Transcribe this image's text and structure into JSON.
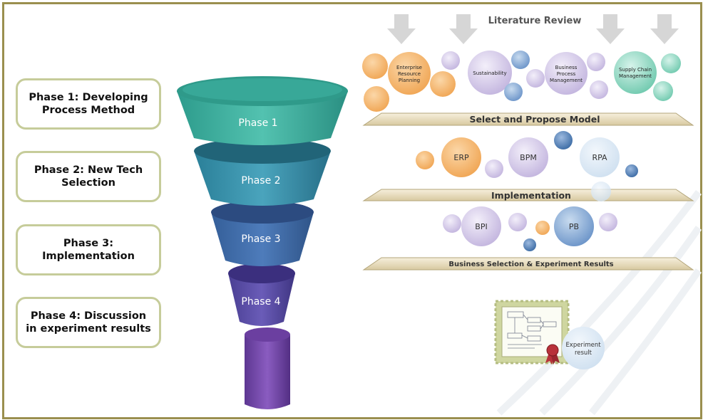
{
  "phases": [
    {
      "label": "Phase 1: Developing Process Method"
    },
    {
      "label": "Phase 2: New Tech Selection"
    },
    {
      "label": "Phase 3: Implementation"
    },
    {
      "label": "Phase 4: Discussion in experiment results"
    }
  ],
  "funnel": {
    "tier1": "Phase 1",
    "tier2": "Phase 2",
    "tier3": "Phase 3",
    "tier4": "Phase 4"
  },
  "literature_review": {
    "title": "Literature Review",
    "bubbles": {
      "erp": "Enterprise Resource Planning",
      "sustainability": "Sustainability",
      "bpm": "Business Process Management",
      "scm": "Supply Chain Management"
    }
  },
  "stages": {
    "select_propose": "Select and Propose Model",
    "implementation": "Implementation",
    "business_selection": "Business Selection & Experiment Results"
  },
  "model_bubbles": {
    "erp": "ERP",
    "bpm": "BPM",
    "rpa": "RPA"
  },
  "impl_bubbles": {
    "bpi": "BPI",
    "pb": "PB"
  },
  "experiment": {
    "label": "Experiment result"
  }
}
